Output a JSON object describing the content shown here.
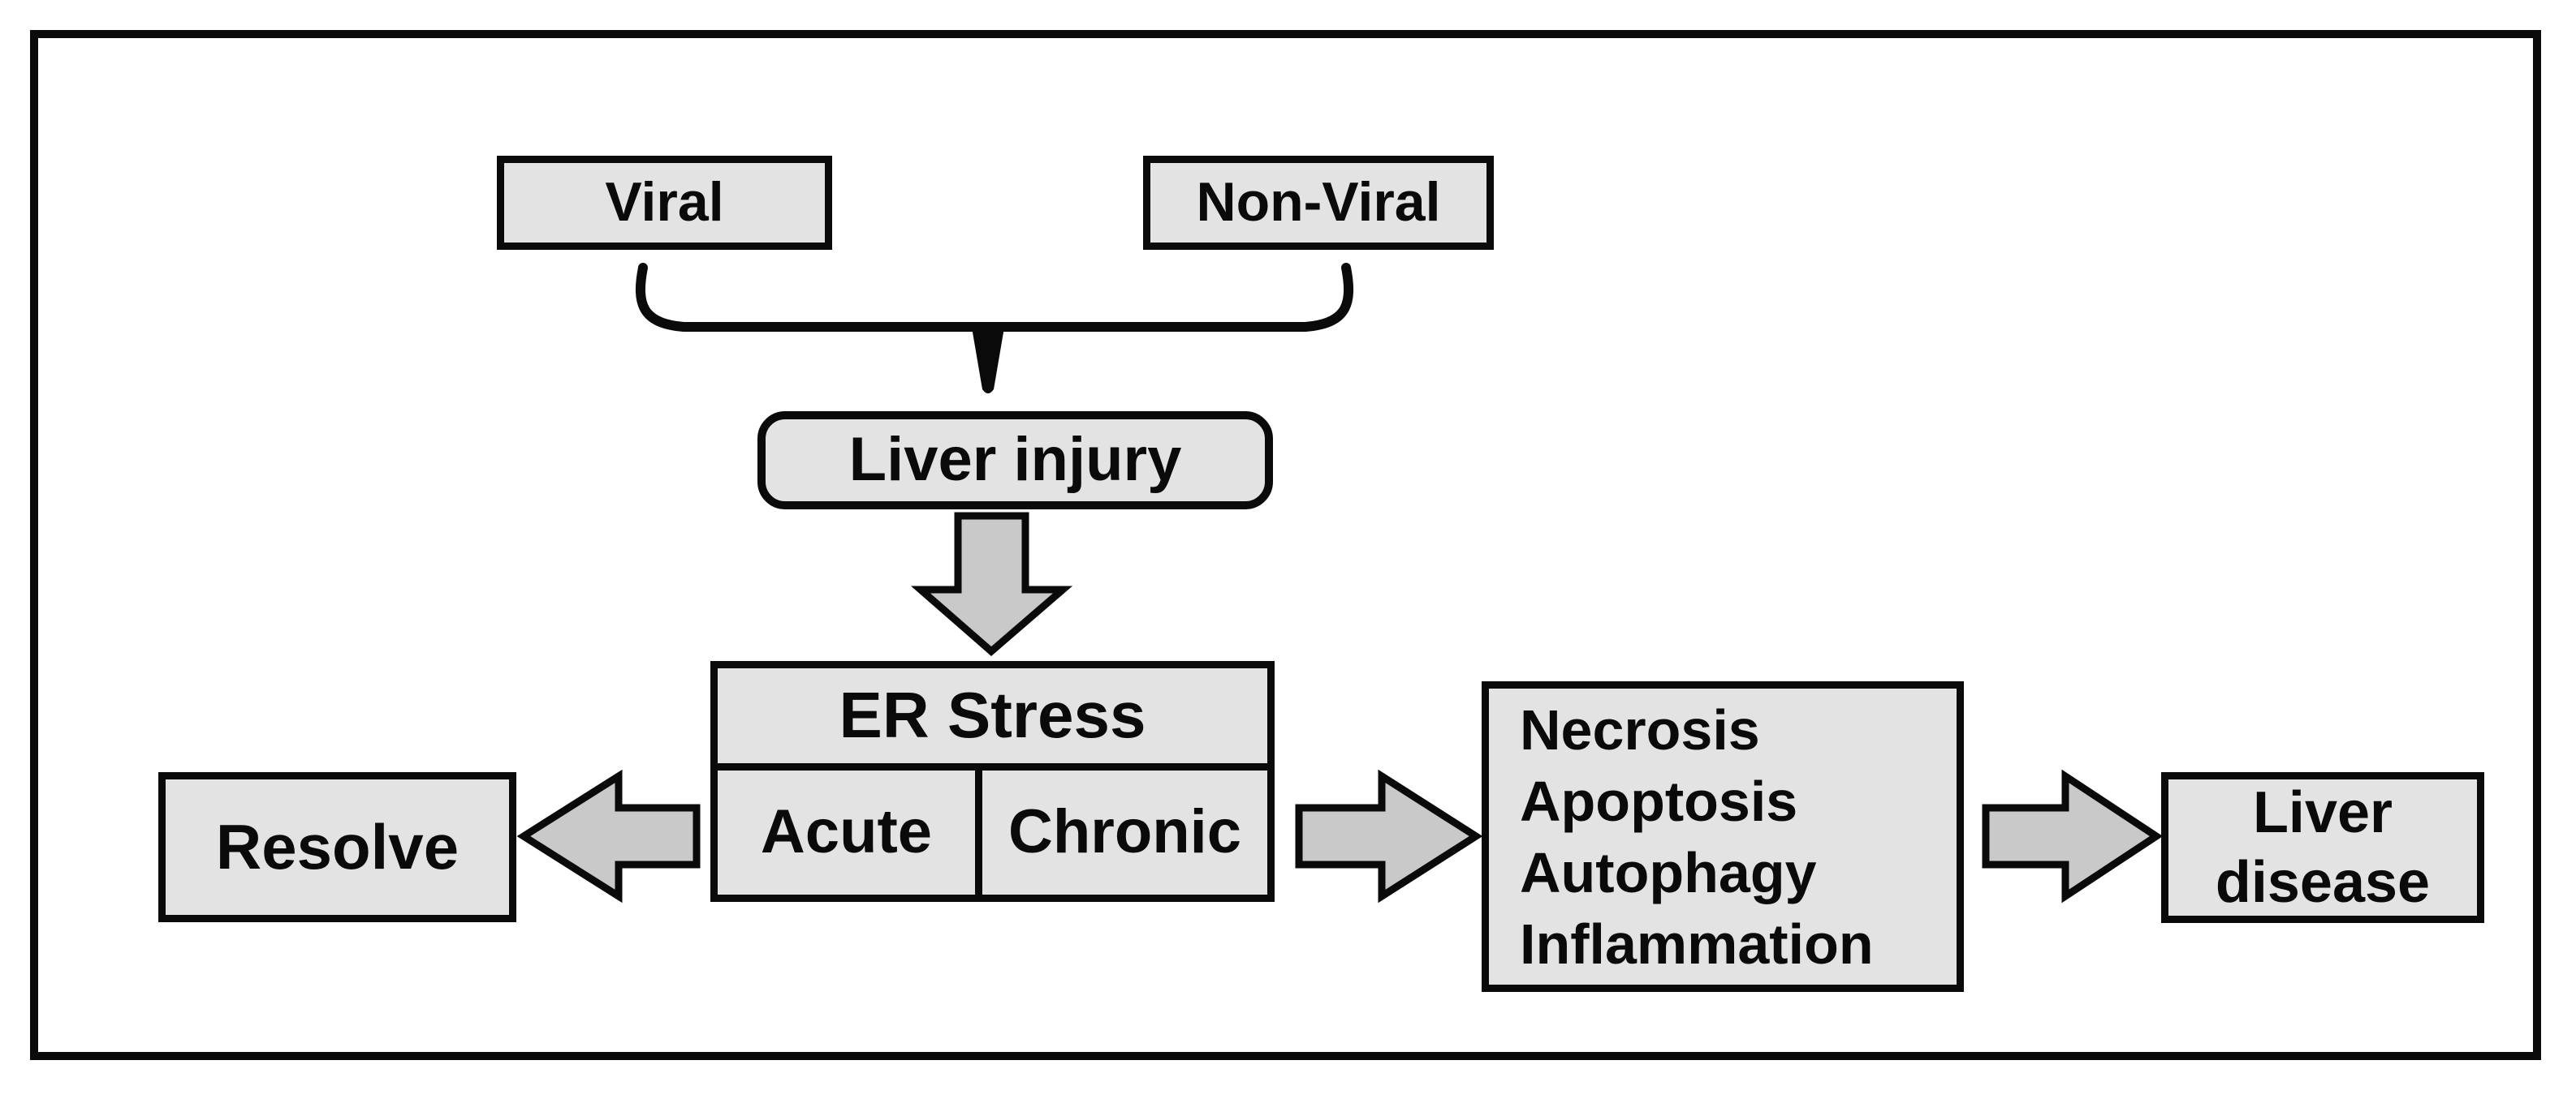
{
  "diagram": {
    "type": "flowchart",
    "nodes": {
      "viral": {
        "label": "Viral"
      },
      "non_viral": {
        "label": "Non-Viral"
      },
      "liver_injury": {
        "label": "Liver injury"
      },
      "er_stress": {
        "header": "ER Stress",
        "sub_left": "Acute",
        "sub_right": "Chronic"
      },
      "resolve": {
        "label": "Resolve"
      },
      "outcomes": {
        "lines": [
          "Necrosis",
          "Apoptosis",
          "Autophagy",
          "Inflammation"
        ]
      },
      "liver_disease": {
        "lines": [
          "Liver",
          "disease"
        ]
      }
    },
    "colors": {
      "background": "#ffffff",
      "box_fill": "#e3e3e3",
      "arrow_fill": "#c9c9c9",
      "border": "#0a0a0a",
      "text": "#0a0a0a"
    }
  }
}
